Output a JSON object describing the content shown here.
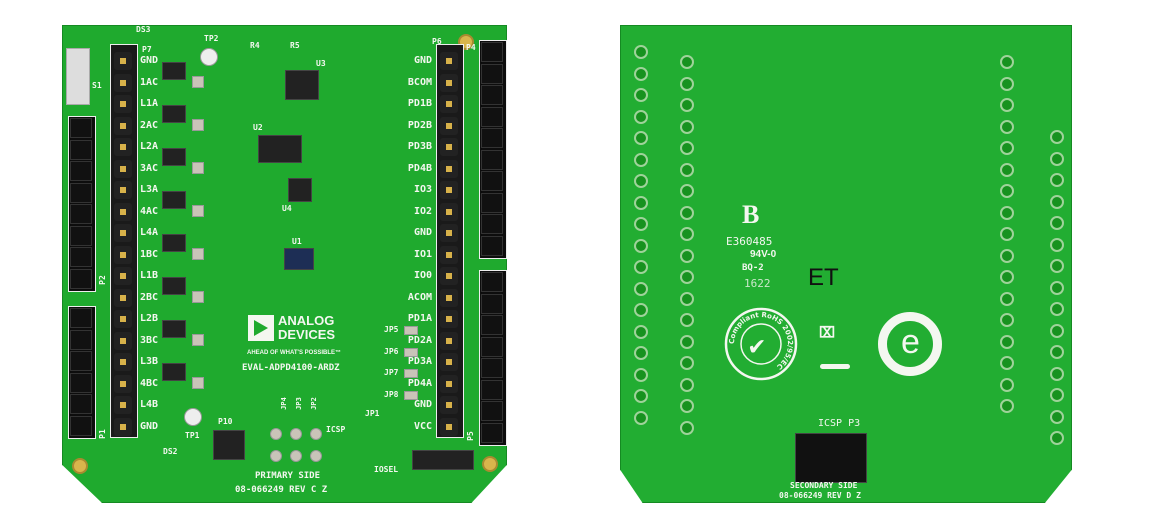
{
  "front": {
    "p7_labels": [
      "GND",
      "1AC",
      "L1A",
      "2AC",
      "L2A",
      "3AC",
      "L3A",
      "4AC",
      "L4A",
      "1BC",
      "L1B",
      "2BC",
      "L2B",
      "3BC",
      "L3B",
      "4BC",
      "L4B",
      "GND"
    ],
    "p6_labels": [
      "GND",
      "BCOM",
      "PD1B",
      "PD2B",
      "PD3B",
      "PD4B",
      "IO3",
      "IO2",
      "GND",
      "IO1",
      "IO0",
      "ACOM",
      "PD1A",
      "PD2A",
      "PD3A",
      "PD4A",
      "GND",
      "VCC"
    ],
    "jumpers": [
      "JP5",
      "JP6",
      "JP7",
      "JP8"
    ],
    "refs": {
      "p7": "P7",
      "p6": "P6",
      "p4": "P4",
      "p2": "P2",
      "p1": "P1",
      "p5": "P5",
      "tp2": "TP2",
      "tp1": "TP1",
      "u1": "U1",
      "u2": "U2",
      "u3": "U3",
      "u4": "U4",
      "ds3": "DS3",
      "ds2": "DS2",
      "s1": "S1",
      "p10": "P10",
      "icsp": "ICSP",
      "jp1": "JP1",
      "iosel": "IOSEL",
      "jp2": "JP2",
      "jp3": "JP3",
      "jp4": "JP4",
      "r4": "R4",
      "r5": "R5"
    },
    "logo_line1": "ANALOG",
    "logo_line2": "DEVICES",
    "tagline": "AHEAD OF WHAT'S POSSIBLE™",
    "model": "EVAL-ADPD4100-ARDZ",
    "side": "PRIMARY SIDE",
    "part_rev": "08-066249  REV C Z"
  },
  "back": {
    "ul_code": "E360485",
    "flammability": "94V-0",
    "bq": "BQ-2",
    "date_code": "1622",
    "handwritten": "ET",
    "rohs": "Compliant RoHS 2002/95/EC",
    "icsp": "ICSP P3",
    "side": "SECONDARY SIDE",
    "part_rev": "08-066249  REV D Z"
  },
  "colors": {
    "pcb": "#1faa2e",
    "silkscreen": "#f4f7f0",
    "gold": "#d8b24a"
  }
}
